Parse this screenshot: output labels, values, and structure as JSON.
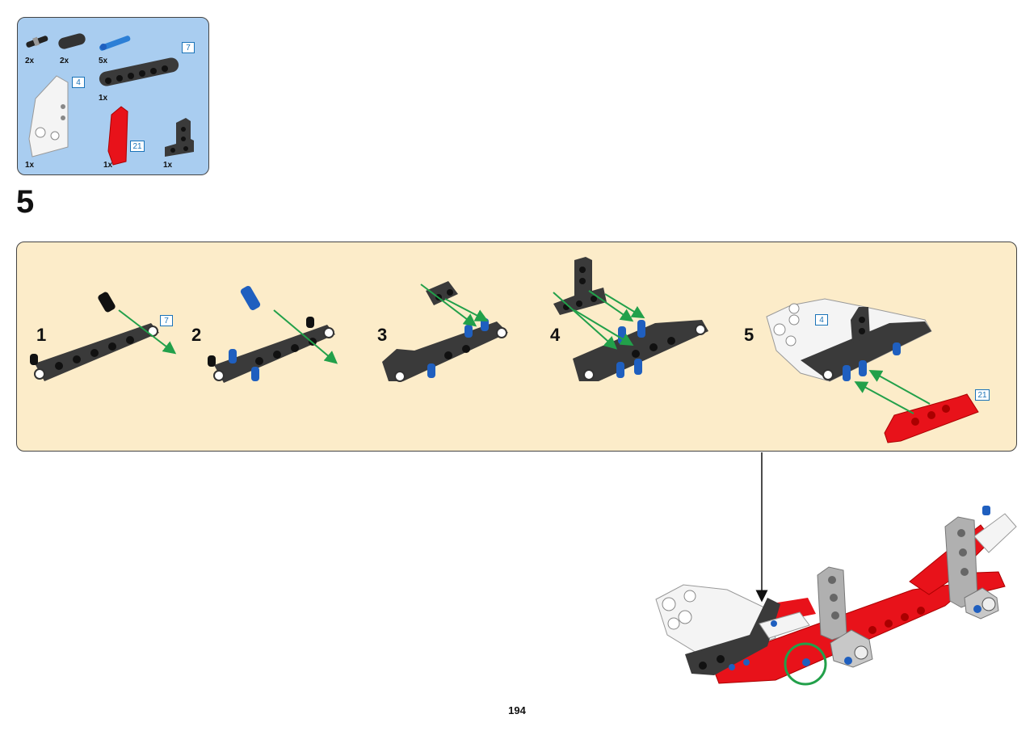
{
  "parts_list": {
    "items": [
      {
        "qty": "2x"
      },
      {
        "qty": "2x"
      },
      {
        "qty": "5x"
      },
      {
        "qty": "1x",
        "ref": "7"
      },
      {
        "qty": "1x",
        "ref": "4"
      },
      {
        "qty": "1x",
        "ref": "21"
      },
      {
        "qty": "1x"
      }
    ]
  },
  "step": {
    "number": "5"
  },
  "substeps": [
    {
      "number": "1",
      "ref": "7"
    },
    {
      "number": "2"
    },
    {
      "number": "3"
    },
    {
      "number": "4"
    },
    {
      "number": "5",
      "refs": [
        "4",
        "21"
      ]
    }
  ],
  "page": {
    "number": "194"
  },
  "colors": {
    "parts_bg": "#a9cdf0",
    "substep_bg": "#fcecc9",
    "beam_dark": "#3a3a3a",
    "pin_blue": "#1f5fbf",
    "red": "#e8121a",
    "arrow_green": "#22a04a",
    "ref_blue": "#1a73b8"
  }
}
